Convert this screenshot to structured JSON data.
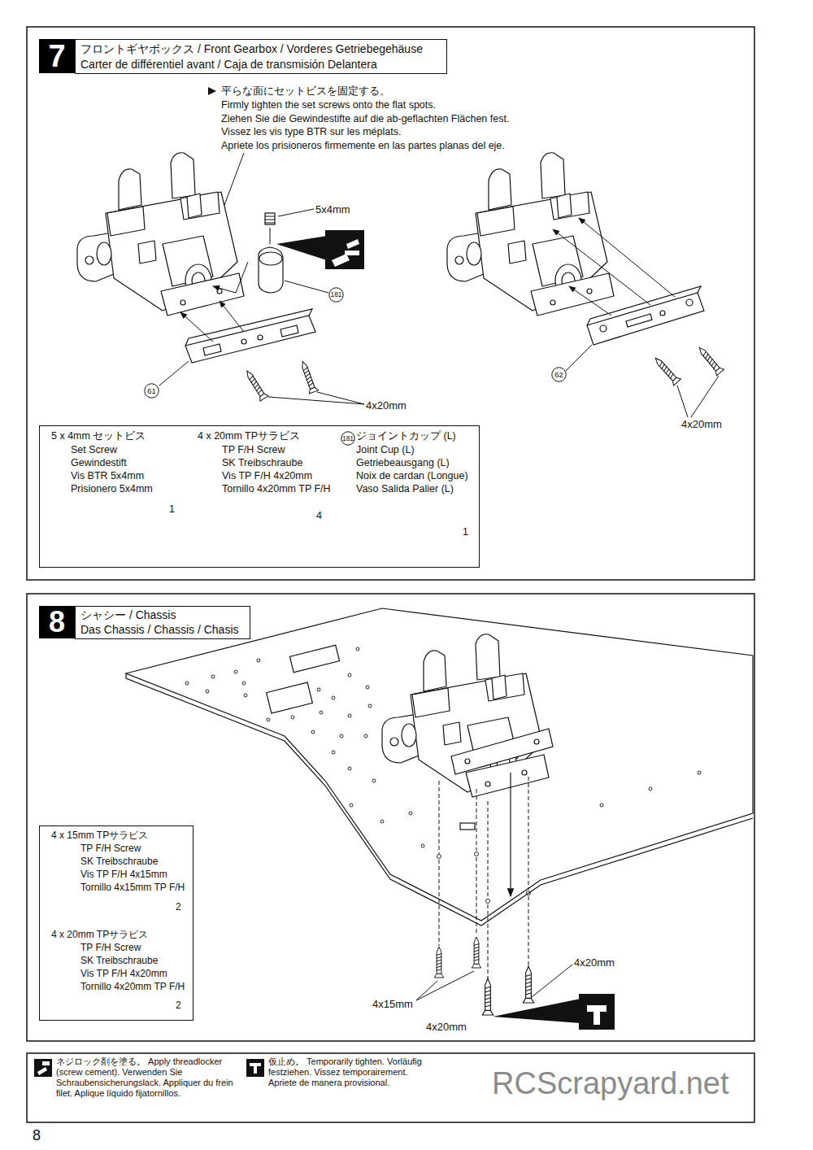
{
  "diagram": {
    "nodes": [
      {
        "text": [
          "7"
        ]
      },
      {
        "text": [
          "フロントギヤボックス / Front Gearbox / Vorderes Getriebegehäuse",
          "Carter de différentiel avant / Caja de transmisión Delantera"
        ]
      },
      {
        "text": [
          "181"
        ]
      },
      {
        "text": [
          "61"
        ]
      },
      {
        "text": [
          "62"
        ]
      },
      {
        "text": [
          "5 x 4mm セットビス",
          "Set Screw",
          "Gewindestift",
          "Vis BTR 5x4mm",
          "Prisionero 5x4mm",
          "1",
          "4 x 20mm TPサラビス",
          "TP F/H Screw",
          "SK Treibschraube",
          "Vis TP F/H 4x20mm",
          "Tornillo 4x20mm TP F/H",
          "4",
          "ジョイントカップ (L)",
          "Joint Cup (L)",
          "Getriebeausgang (L)",
          "Noix de cardan (Longue)",
          "Vaso Salida Palier (L)",
          "1"
        ]
      },
      {
        "text": [
          "181"
        ],
        "in": 5
      },
      {
        "text": [
          "8"
        ]
      },
      {
        "text": [
          "シャシー / Chassis",
          "Das Chassis / Chassis / Chasis"
        ]
      },
      {
        "text": [
          "4 x 15mm TPサラビス",
          "TP F/H Screw",
          "SK Treibschraube",
          "Vis TP F/H 4x15mm",
          "Tornillo 4x15mm TP F/H",
          "2",
          "4 x 20mm TPサラビス",
          "TP F/H Screw",
          "SK Treibschraube",
          "Vis TP F/H 4x20mm",
          "Tornillo 4x20mm TP F/H",
          "2"
        ]
      }
    ],
    "labels": [
      "平らな面にセットビスを固定する。",
      "Firmly tighten the set screws onto the flat spots.",
      "Ziehen Sie die Gewindestifte auf die ab-geflachten Flächen fest.",
      "Vissez les vis type BTR sur les méplats.",
      "Apriete los prisioneros firmemente en las partes planas del eje.",
      "5x4mm",
      "4x20mm",
      "4x20mm",
      "4x20mm",
      "4x15mm",
      "4x20mm",
      "8",
      "RCScrapyard.net"
    ],
    "legend": [
      {
        "text": "ネジロック剤を塗る。 Apply threadlocker (screw cement). Verwenden Sie Schraubensicherungslack. Appliquer du frein filet. Aplique líquido fijatornillos."
      },
      {
        "text": "仮止め。 Temporarily tighten. Vorläufig festziehen. Vissez temporairement. Apriete de manera provisional."
      }
    ]
  }
}
